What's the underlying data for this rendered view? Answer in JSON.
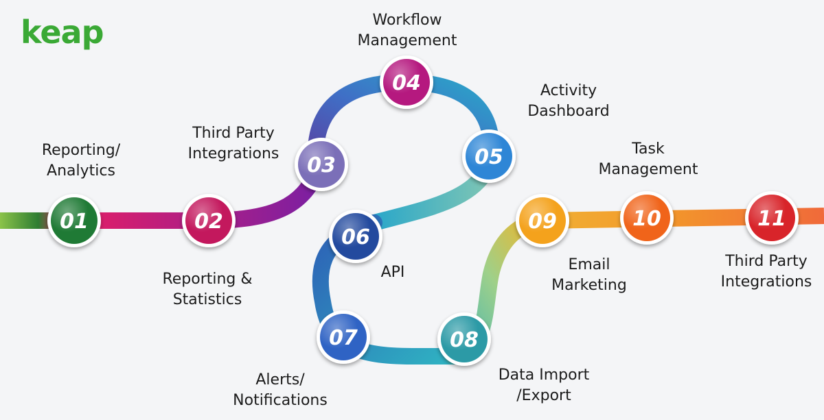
{
  "logo": {
    "text": "keap",
    "color": "#3aa935"
  },
  "nodes": [
    {
      "num": "01",
      "color": "#1f7a35",
      "lines": [
        "Reporting/",
        "Analytics"
      ]
    },
    {
      "num": "02",
      "color": "#c3185d",
      "lines": [
        "Reporting &",
        "Statistics"
      ]
    },
    {
      "num": "03",
      "color": "#7b6fb8",
      "lines": [
        "Third Party",
        "Integrations"
      ]
    },
    {
      "num": "04",
      "color": "#b5197f",
      "lines": [
        "Workflow",
        "Management"
      ]
    },
    {
      "num": "05",
      "color": "#2e86d6",
      "lines": [
        "Activity",
        "Dashboard"
      ]
    },
    {
      "num": "06",
      "color": "#234a9e",
      "lines": [
        "API"
      ]
    },
    {
      "num": "07",
      "color": "#2f63c4",
      "lines": [
        "Alerts/",
        "Notifications"
      ]
    },
    {
      "num": "08",
      "color": "#2c9aa6",
      "lines": [
        "Data Import",
        "/Export"
      ]
    },
    {
      "num": "09",
      "color": "#f4a21c",
      "lines": [
        "Email",
        "Marketing"
      ]
    },
    {
      "num": "10",
      "color": "#f0641a",
      "lines": [
        "Task",
        "Management"
      ]
    },
    {
      "num": "11",
      "color": "#d8242a",
      "lines": [
        "Third Party",
        "Integrations"
      ]
    }
  ]
}
